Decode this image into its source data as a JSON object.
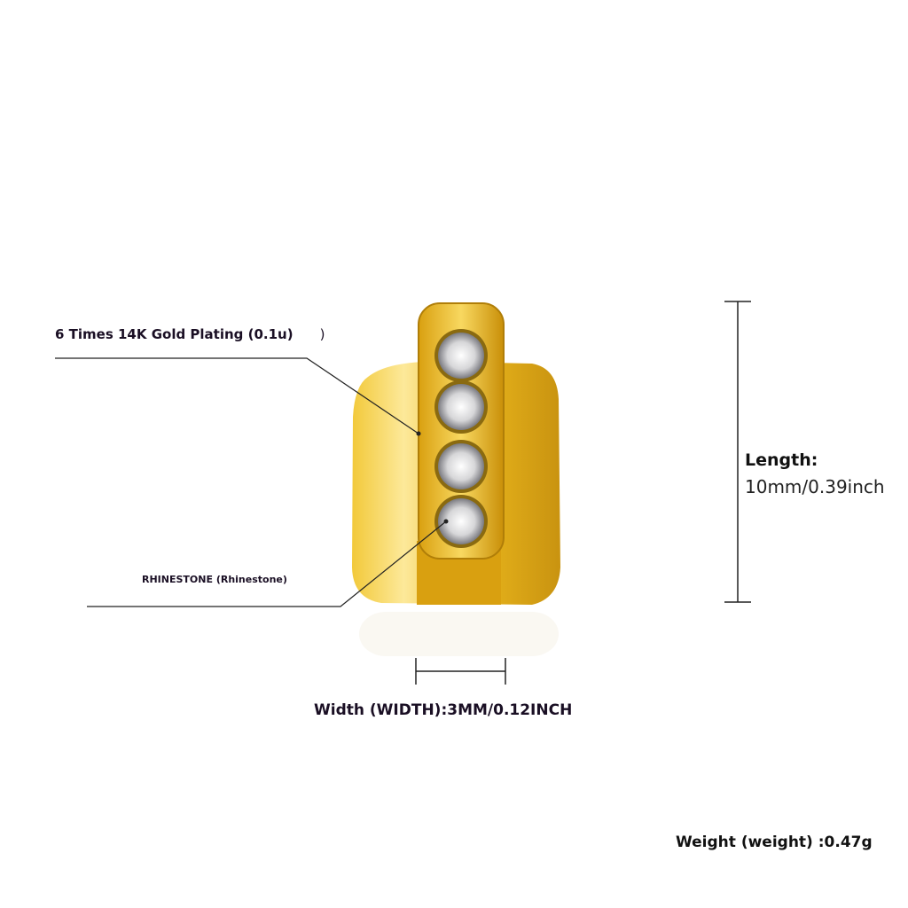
{
  "labels": {
    "plating": "6 Times 14K Gold Plating (0.1u)",
    "plating_paren": ")",
    "rhinestone": "RHINESTONE (Rhinestone)",
    "length_title": "Length:",
    "length_value": "10mm/0.39inch",
    "width": "Width (WIDTH):3MM/0.12INCH",
    "weight": "Weight (weight) :0.47g"
  },
  "colors": {
    "gold": "#e8b51c",
    "gold_light": "#fbe38a",
    "gold_dark": "#a87708",
    "text": "#1a0f24"
  }
}
